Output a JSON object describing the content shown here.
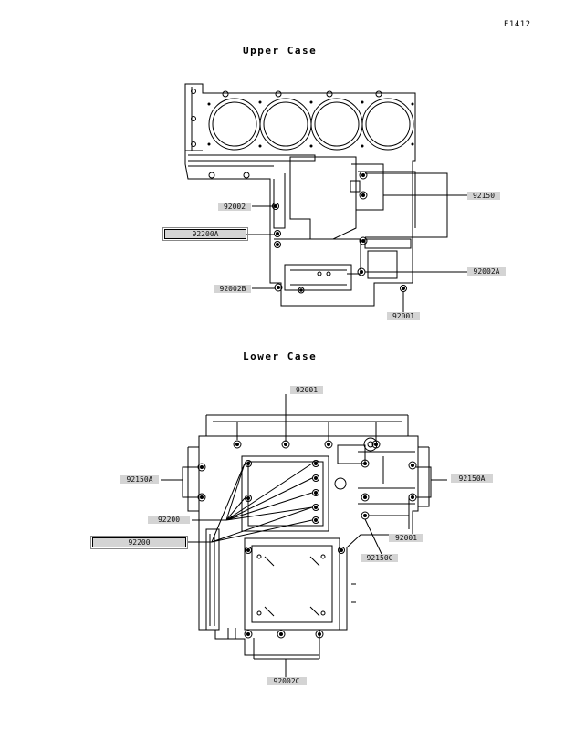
{
  "page_code": "E1412",
  "upper": {
    "title": "Upper Case",
    "labels": {
      "l92002": "92002",
      "l92200A": "92200A",
      "l92002B": "92002B",
      "l92150": "92150",
      "l92002A": "92002A",
      "l92001": "92001"
    }
  },
  "lower": {
    "title": "Lower Case",
    "labels": {
      "l92001_top": "92001",
      "l92150A_left": "92150A",
      "l92200": "92200",
      "l92200_box": "92200",
      "l92150A_right": "92150A",
      "l92001_right": "92001",
      "l92150C": "92150C",
      "l92002C": "92002C"
    }
  }
}
